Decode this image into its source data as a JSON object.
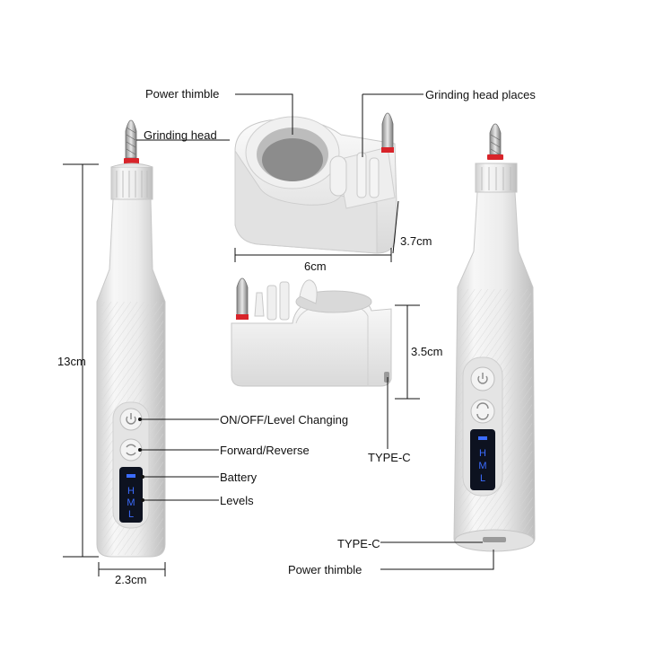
{
  "labels": {
    "power_thimble_top": "Power thimble",
    "grinding_head": "Grinding head",
    "grinding_head_places": "Grinding head places",
    "on_off": "ON/OFF/Level Changing",
    "forward_reverse": "Forward/Reverse",
    "battery": "Battery",
    "levels": "Levels",
    "type_c_mid": "TYPE-C",
    "type_c_bottom": "TYPE-C",
    "power_thimble_bottom": "Power thimble"
  },
  "dimensions": {
    "length": "13cm",
    "diameter": "2.3cm",
    "base_width": "6cm",
    "base_depth": "3.7cm",
    "base_height": "3.5cm"
  },
  "display": {
    "level_high": "H",
    "level_mid": "M",
    "level_low": "L"
  },
  "colors": {
    "body": "#f1f1f1",
    "display": "#0d1220",
    "display_text": "#3b6cff",
    "collar": "#d8242a",
    "line": "#111111"
  }
}
